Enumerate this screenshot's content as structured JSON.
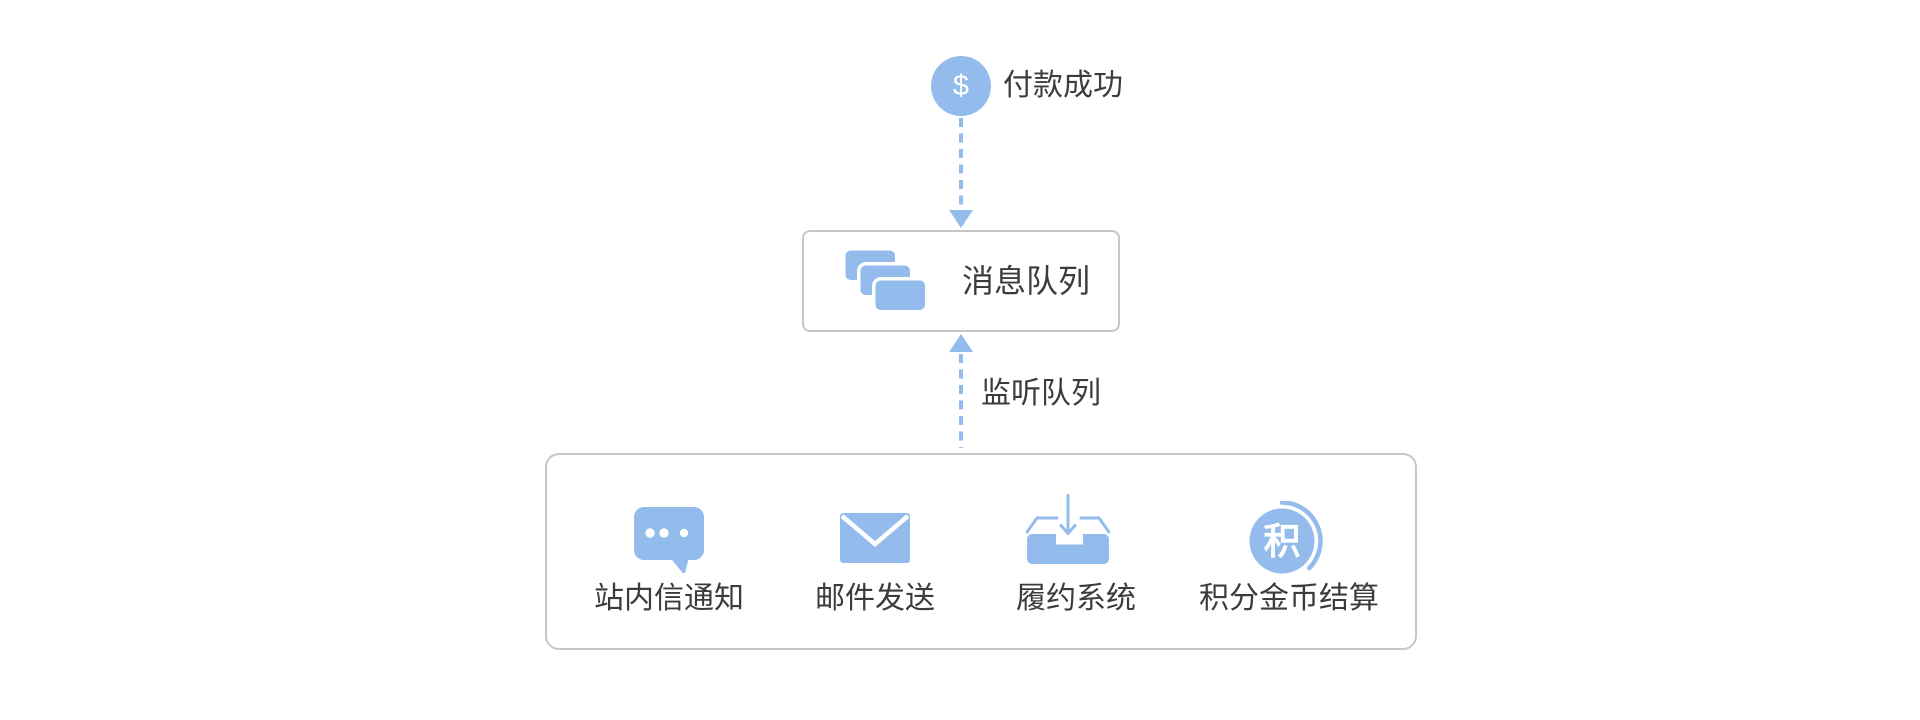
{
  "colors": {
    "blue": "#93bbec",
    "border": "#c7c7c7",
    "text": "#3c3c3c"
  },
  "source": {
    "label": "付款成功",
    "dollar_symbol": "$",
    "icon": "dollar-circle-icon"
  },
  "queue": {
    "label": "消息队列",
    "icon": "stacked-cards-icon"
  },
  "listen": {
    "label": "监听队列"
  },
  "consumers": [
    {
      "label": "站内信通知",
      "icon": "chat-bubble-icon"
    },
    {
      "label": "邮件发送",
      "icon": "envelope-icon"
    },
    {
      "label": "履约系统",
      "icon": "inbox-download-icon"
    },
    {
      "label": "积分金币结算",
      "icon": "points-coin-icon",
      "coin_char": "积"
    }
  ]
}
